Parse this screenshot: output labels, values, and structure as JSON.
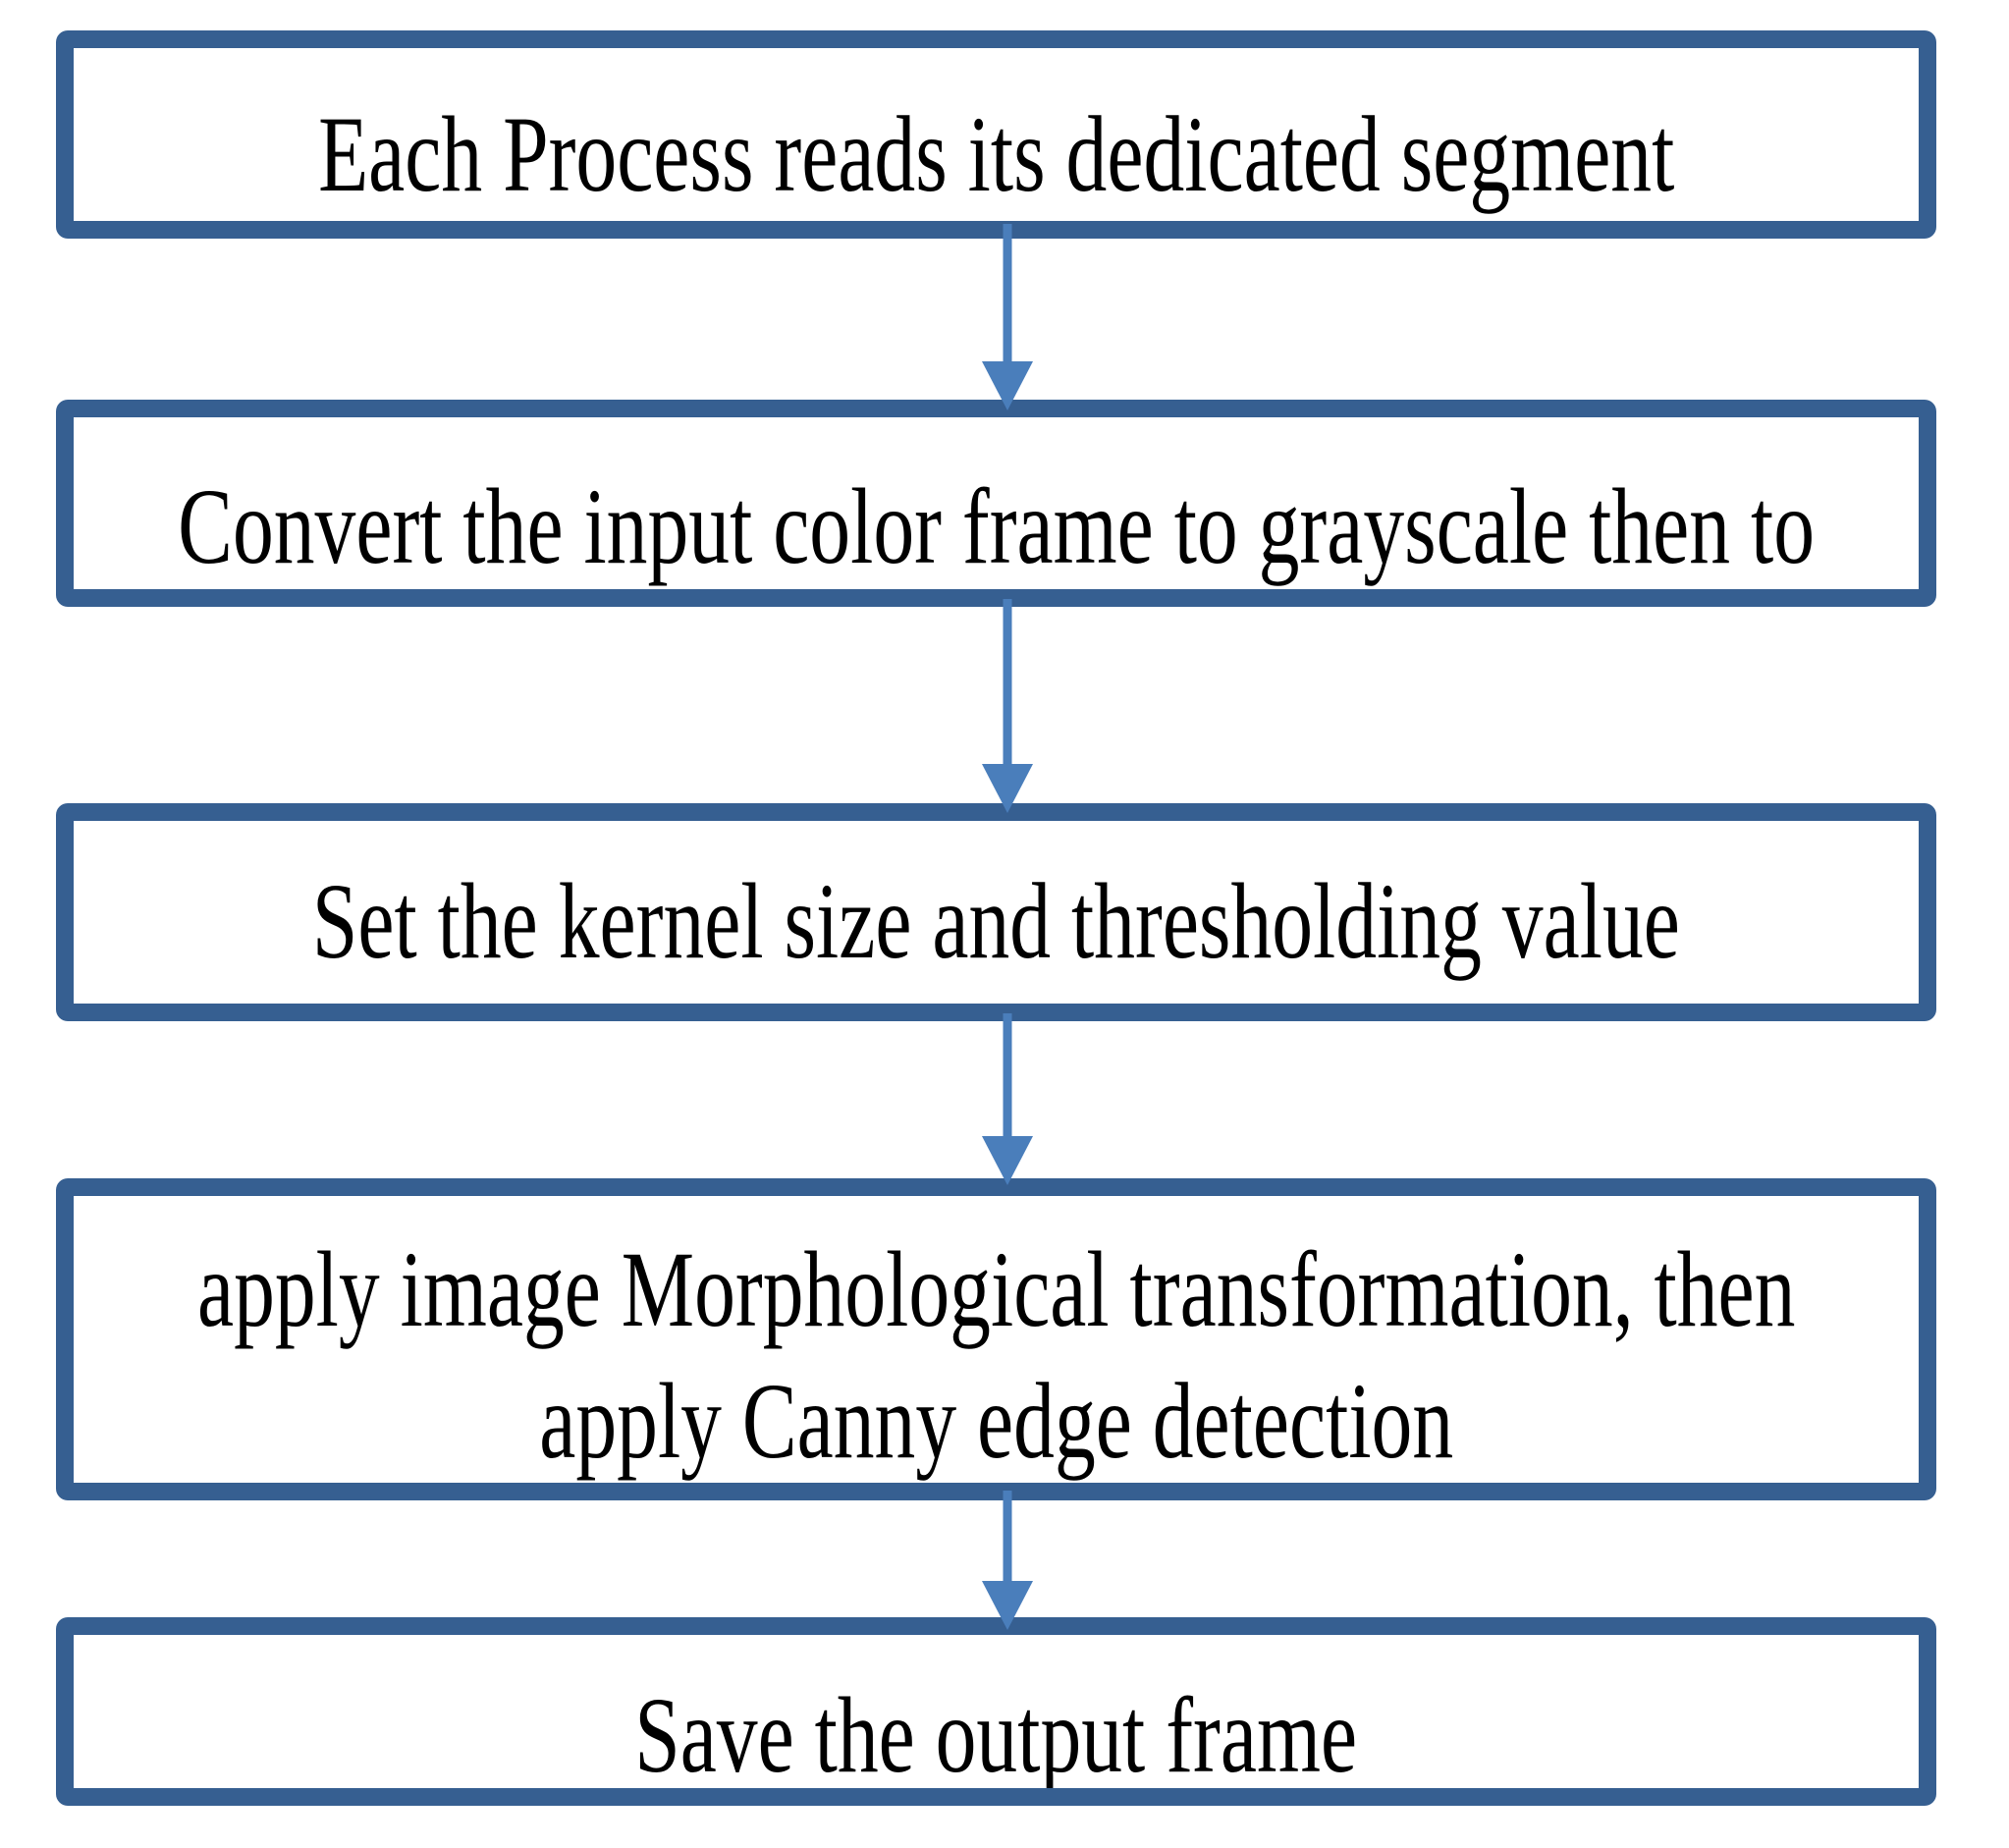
{
  "diagram": {
    "type": "flowchart",
    "direction": "top-down",
    "colors": {
      "box_border": "#365f91",
      "box_fill": "#ffffff",
      "arrow": "#4a7ebb",
      "text": "#000000"
    },
    "nodes": [
      {
        "id": "step-1",
        "label": "Each Process reads its dedicated segment",
        "lines": [
          "Each Process reads its dedicated segment"
        ]
      },
      {
        "id": "step-2",
        "label": "Convert the input color frame to grayscale then to",
        "lines": [
          "Convert the input color frame to grayscale then to"
        ]
      },
      {
        "id": "step-3",
        "label": "Set the kernel size and thresholding value",
        "lines": [
          "Set the kernel size and thresholding value"
        ]
      },
      {
        "id": "step-4",
        "label": "apply image Morphological transformation, then apply Canny edge detection",
        "lines": [
          "apply image Morphological transformation, then",
          "apply Canny edge detection"
        ]
      },
      {
        "id": "step-5",
        "label": "Save the output frame",
        "lines": [
          "Save the output frame"
        ]
      }
    ],
    "edges": [
      {
        "from": "step-1",
        "to": "step-2"
      },
      {
        "from": "step-2",
        "to": "step-3"
      },
      {
        "from": "step-3",
        "to": "step-4"
      },
      {
        "from": "step-4",
        "to": "step-5"
      }
    ]
  }
}
